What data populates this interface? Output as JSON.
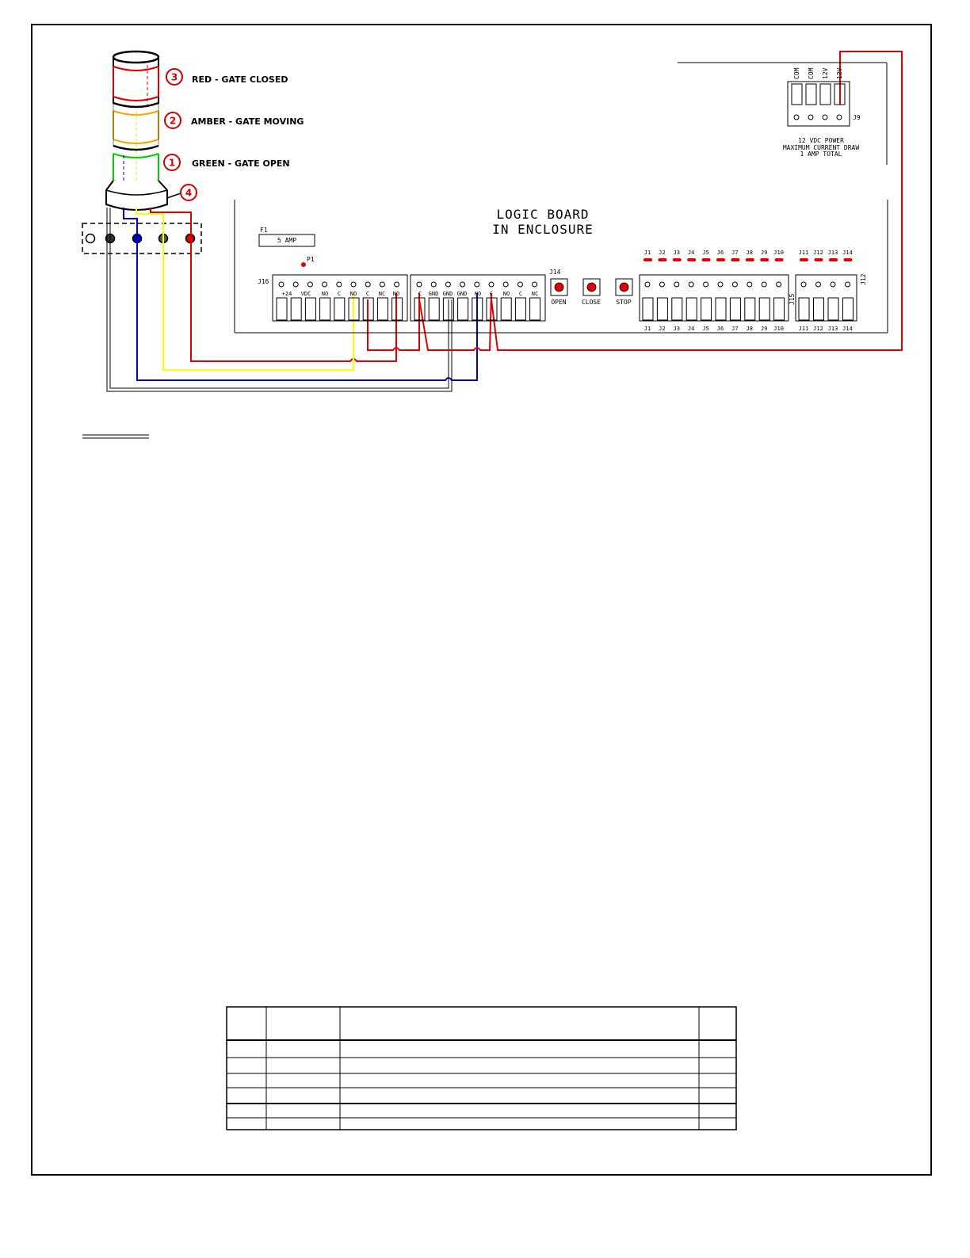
{
  "legend": [
    {
      "num": "3",
      "text": "RED - GATE CLOSED",
      "color": "#e00000"
    },
    {
      "num": "2",
      "text": "AMBER - GATE MOVING",
      "color": "#f5a800"
    },
    {
      "num": "1",
      "text": "GREEN -  GATE OPEN",
      "color": "#00d000"
    },
    {
      "num": "4",
      "text": "",
      "color": "#000000"
    }
  ],
  "board": {
    "title_line1": "LOGIC BOARD",
    "title_line2": "IN ENCLOSURE",
    "fuse_ref": "F1",
    "fuse_label": "5 AMP",
    "p1_label": "P1",
    "j16_label": "J16",
    "j16_pins": [
      "+24",
      "VDC",
      "NO",
      "C",
      "NO",
      "C",
      "NC",
      "NO"
    ],
    "j2_pins": [
      "C",
      "GND",
      "GND",
      "GND",
      "NO",
      "C",
      "NO",
      "C",
      "NC"
    ],
    "j14_label": "J14",
    "buttons": [
      "OPEN",
      "CLOSE",
      "STOP"
    ],
    "j15_label": "J15",
    "j12_label": "J12",
    "j15_channels": [
      "J1",
      "J2",
      "J3",
      "J4",
      "J5",
      "J6",
      "J7",
      "J8",
      "J9",
      "J10"
    ],
    "j12_channels": [
      "J11",
      "J12",
      "J13",
      "J14"
    ]
  },
  "power": {
    "j9_label": "J9",
    "pins": [
      "COM",
      "COM",
      "12V",
      "12V"
    ],
    "note_line1": "12 VDC POWER",
    "note_line2": "MAXIMUM CURRENT DRAW",
    "note_line3": "1 AMP TOTAL"
  },
  "colors": {
    "wire_red": "#e00000",
    "wire_yellow": "#ffff00",
    "wire_blue": "#0000c0",
    "led_red": "#e00000"
  }
}
